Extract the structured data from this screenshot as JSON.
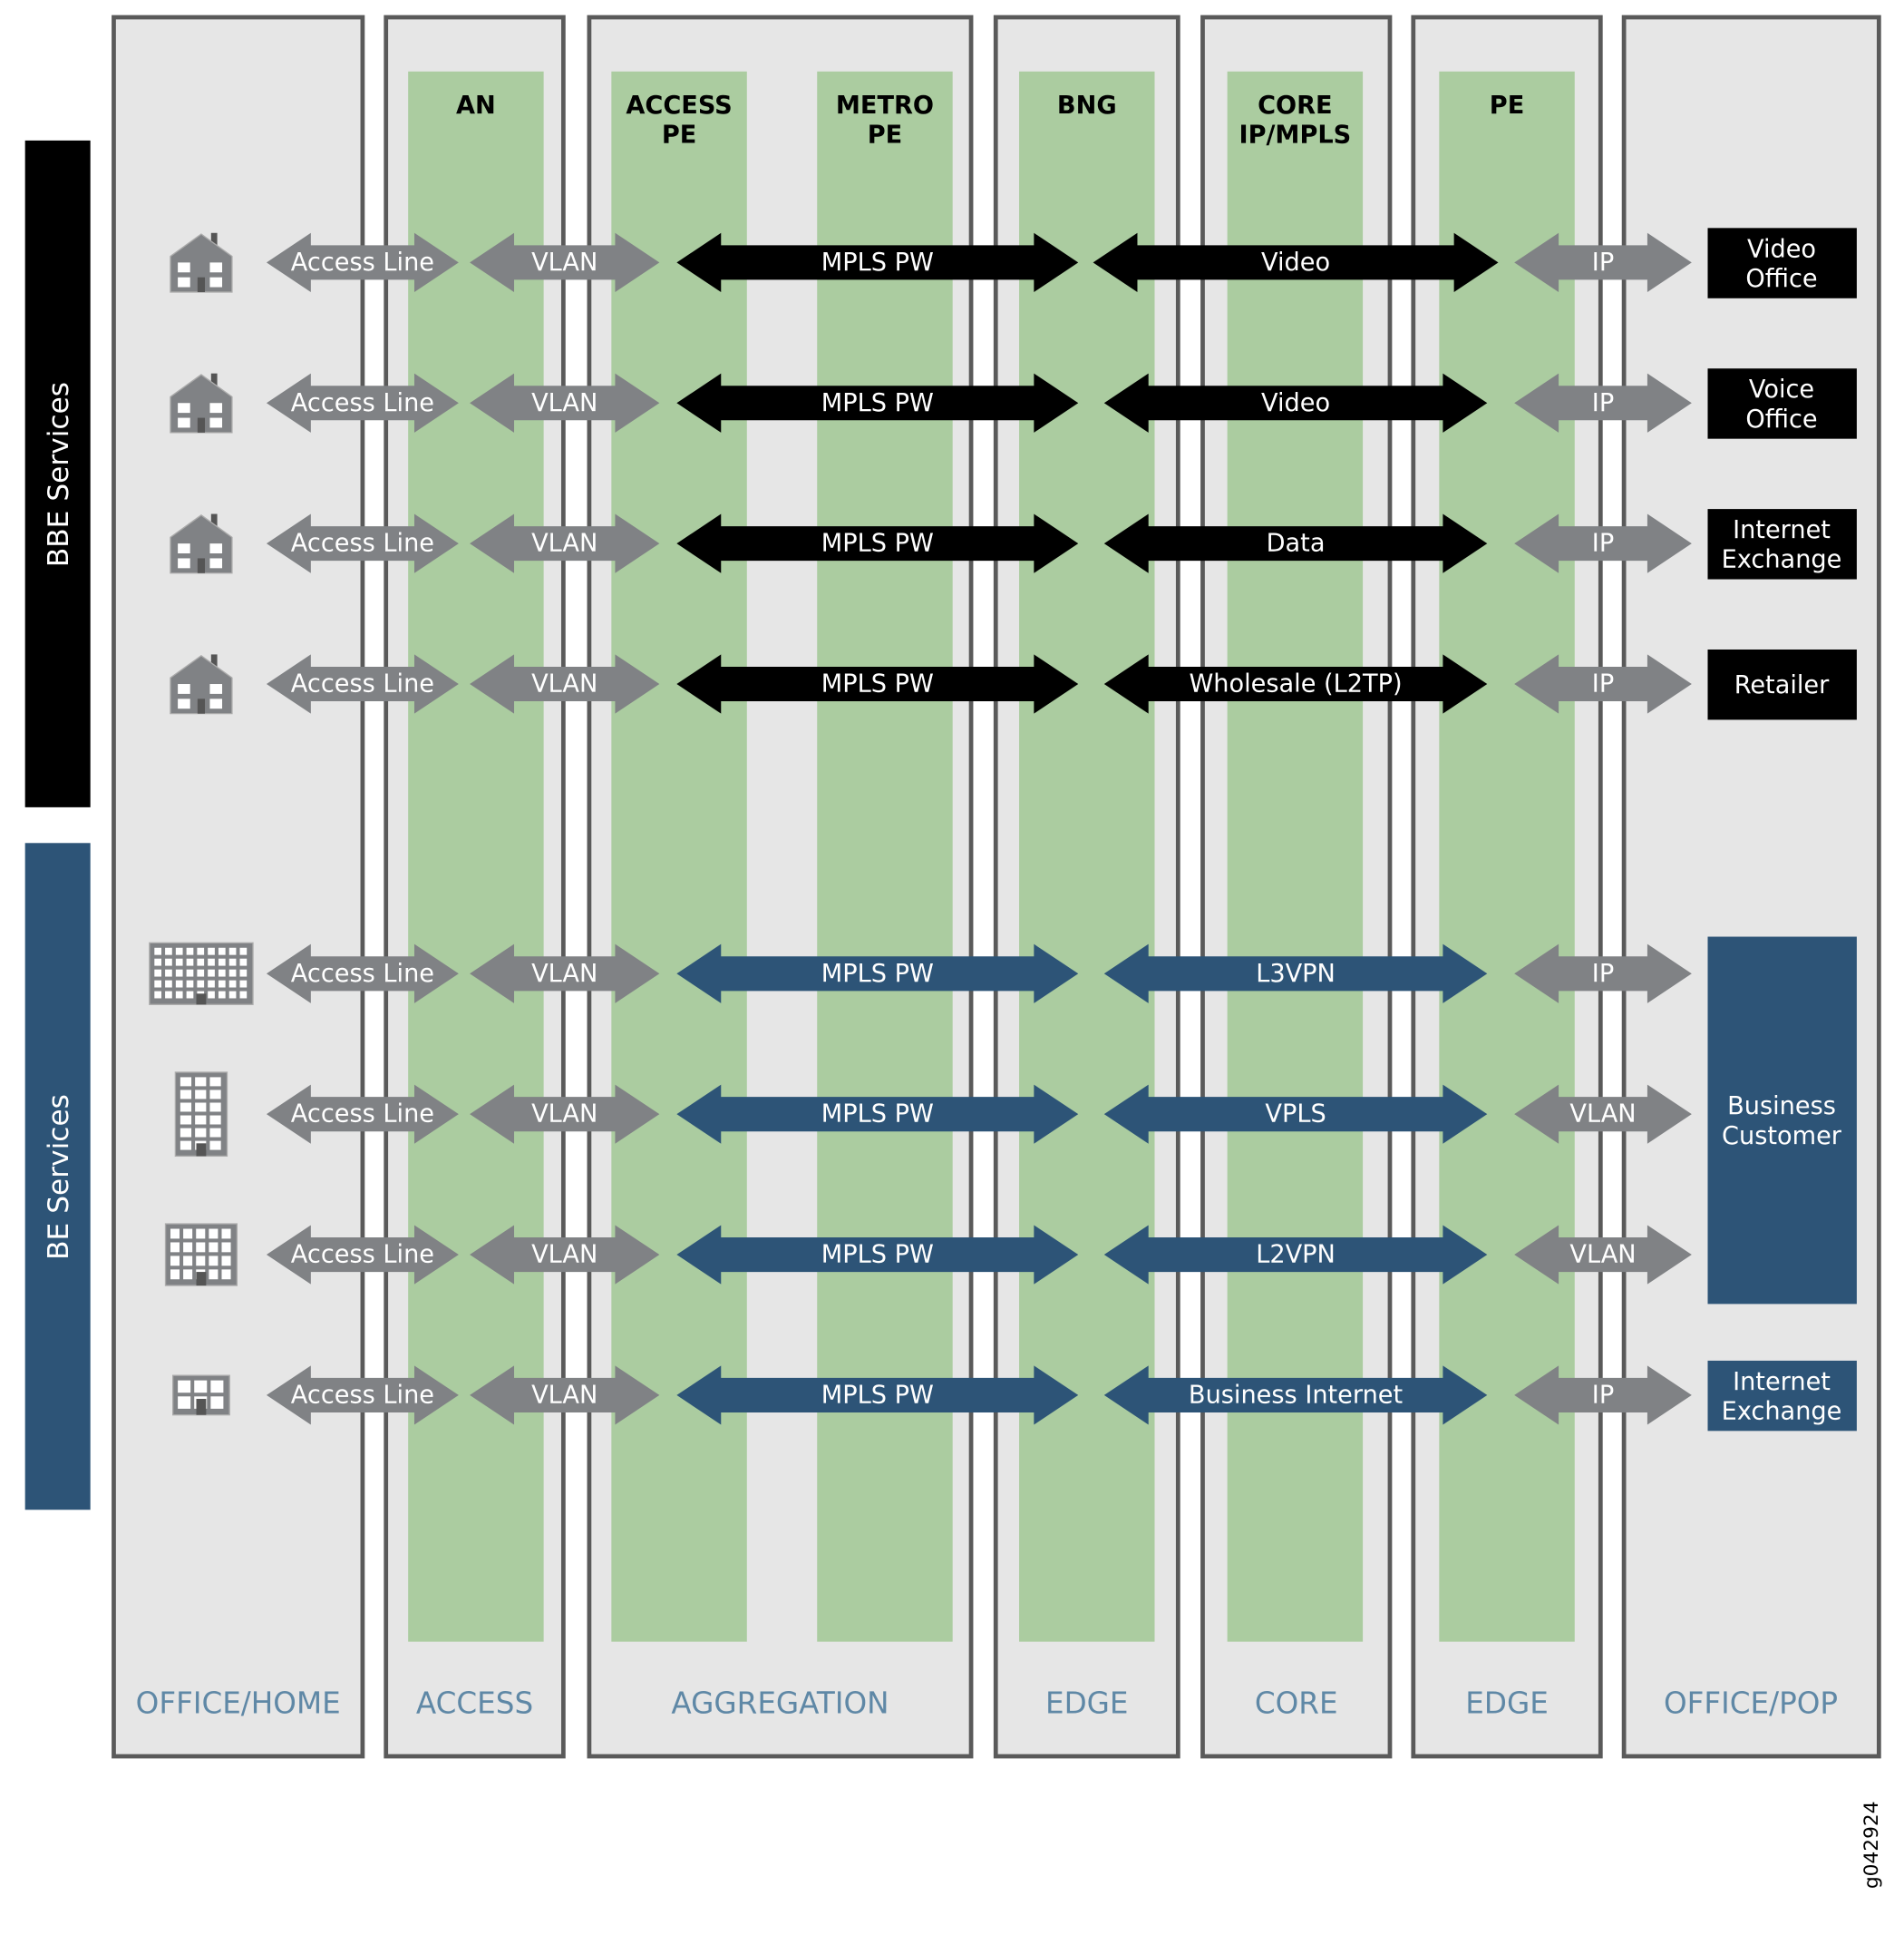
{
  "colors": {
    "box_fill": "#e6e6e6",
    "box_stroke": "#5a5a5a",
    "green": "#abcca0",
    "gray_arrow": "#808285",
    "bbe": "#000000",
    "be": "#2d5477",
    "footer": "#5f88a6",
    "icon": "#808285"
  },
  "side_labels": {
    "bbe": "BBE Services",
    "be": "BE Services"
  },
  "headers": [
    {
      "lines": [
        "AN"
      ]
    },
    {
      "lines": [
        "ACCESS",
        "PE"
      ]
    },
    {
      "lines": [
        "METRO",
        "PE"
      ]
    },
    {
      "lines": [
        "BNG"
      ]
    },
    {
      "lines": [
        "CORE",
        "IP/MPLS"
      ]
    },
    {
      "lines": [
        "PE"
      ]
    }
  ],
  "footers": [
    "OFFICE/HOME",
    "ACCESS",
    "AGGREGATION",
    "EDGE",
    "CORE",
    "EDGE",
    "OFFICE/POP"
  ],
  "rows": [
    {
      "group": "bbe",
      "icon": "house-icon",
      "access": "Access Line",
      "an": "VLAN",
      "agg": "MPLS PW",
      "service": "Video",
      "pe": "IP"
    },
    {
      "group": "bbe",
      "icon": "house-icon",
      "access": "Access Line",
      "an": "VLAN",
      "agg": "MPLS PW",
      "service": "Video",
      "pe": "IP"
    },
    {
      "group": "bbe",
      "icon": "house-icon",
      "access": "Access Line",
      "an": "VLAN",
      "agg": "MPLS PW",
      "service": "Data",
      "pe": "IP"
    },
    {
      "group": "bbe",
      "icon": "house-icon",
      "access": "Access Line",
      "an": "VLAN",
      "agg": "MPLS PW",
      "service": "Wholesale (L2TP)",
      "pe": "IP"
    },
    {
      "group": "be",
      "icon": "office-campus-icon",
      "access": "Access Line",
      "an": "VLAN",
      "agg": "MPLS PW",
      "service": "L3VPN",
      "pe": "IP"
    },
    {
      "group": "be",
      "icon": "office-tower-icon",
      "access": "Access Line",
      "an": "VLAN",
      "agg": "MPLS PW",
      "service": "VPLS",
      "pe": "VLAN"
    },
    {
      "group": "be",
      "icon": "office-building-icon",
      "access": "Access Line",
      "an": "VLAN",
      "agg": "MPLS PW",
      "service": "L2VPN",
      "pe": "VLAN"
    },
    {
      "group": "be",
      "icon": "small-office-icon",
      "access": "Access Line",
      "an": "VLAN",
      "agg": "MPLS PW",
      "service": "Business Internet",
      "pe": "IP"
    }
  ],
  "destinations": [
    {
      "group": "bbe",
      "lines": [
        "Video",
        "Office"
      ]
    },
    {
      "group": "bbe",
      "lines": [
        "Voice",
        "Office"
      ]
    },
    {
      "group": "bbe",
      "lines": [
        "Internet",
        "Exchange"
      ]
    },
    {
      "group": "bbe",
      "lines": [
        "Retailer"
      ]
    },
    {
      "group": "be",
      "lines": [
        "Business",
        "Customer"
      ]
    },
    {
      "group": "be",
      "lines": [
        "Internet",
        "Exchange"
      ]
    }
  ],
  "figure_id": "g042924"
}
